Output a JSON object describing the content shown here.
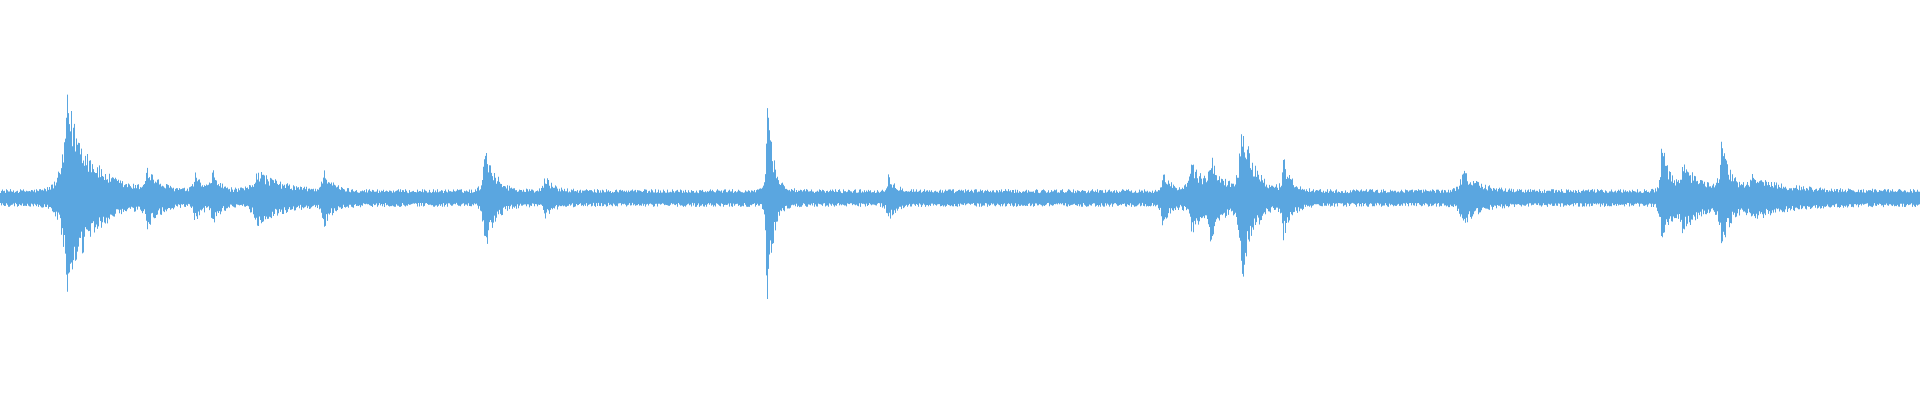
{
  "waveform": {
    "color": "#5aa6e0",
    "background": "#ffffff",
    "baseline_amplitude": 0.045,
    "events": [
      {
        "t": 0.034,
        "amp": 0.52,
        "decay": 0.012
      },
      {
        "t": 0.076,
        "amp": 0.12,
        "decay": 0.006
      },
      {
        "t": 0.101,
        "amp": 0.1,
        "decay": 0.004
      },
      {
        "t": 0.11,
        "amp": 0.11,
        "decay": 0.004
      },
      {
        "t": 0.133,
        "amp": 0.12,
        "decay": 0.012
      },
      {
        "t": 0.168,
        "amp": 0.13,
        "decay": 0.004
      },
      {
        "t": 0.252,
        "amp": 0.28,
        "decay": 0.005
      },
      {
        "t": 0.283,
        "amp": 0.09,
        "decay": 0.004
      },
      {
        "t": 0.399,
        "amp": 0.61,
        "decay": 0.003
      },
      {
        "t": 0.462,
        "amp": 0.09,
        "decay": 0.004
      },
      {
        "t": 0.605,
        "amp": 0.12,
        "decay": 0.004
      },
      {
        "t": 0.62,
        "amp": 0.15,
        "decay": 0.008
      },
      {
        "t": 0.63,
        "amp": 0.15,
        "decay": 0.006
      },
      {
        "t": 0.646,
        "amp": 0.44,
        "decay": 0.006
      },
      {
        "t": 0.668,
        "amp": 0.18,
        "decay": 0.004
      },
      {
        "t": 0.761,
        "amp": 0.12,
        "decay": 0.008
      },
      {
        "t": 0.865,
        "amp": 0.27,
        "decay": 0.004
      },
      {
        "t": 0.876,
        "amp": 0.12,
        "decay": 0.014
      },
      {
        "t": 0.896,
        "amp": 0.26,
        "decay": 0.004
      },
      {
        "t": 0.912,
        "amp": 0.07,
        "decay": 0.018
      }
    ]
  }
}
